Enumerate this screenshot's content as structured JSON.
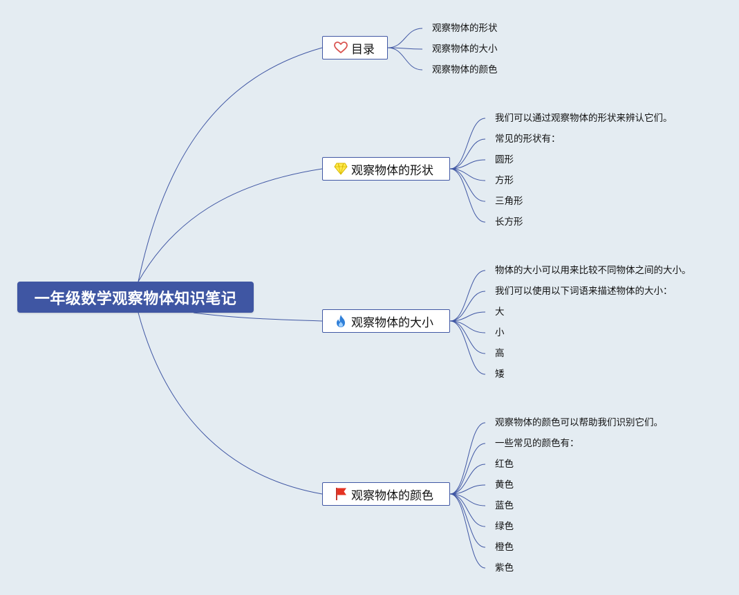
{
  "root": {
    "title": "一年级数学观察物体知识笔记"
  },
  "branches": [
    {
      "label": "目录",
      "icon": "heart-icon",
      "items": [
        "观察物体的形状",
        "观察物体的大小",
        "观察物体的颜色"
      ]
    },
    {
      "label": "观察物体的形状",
      "icon": "diamond-icon",
      "items": [
        "我们可以通过观察物体的形状来辨认它们。",
        "常见的形状有：",
        "圆形",
        "方形",
        "三角形",
        "长方形"
      ]
    },
    {
      "label": "观察物体的大小",
      "icon": "flame-icon",
      "items": [
        "物体的大小可以用来比较不同物体之间的大小。",
        "我们可以使用以下词语来描述物体的大小：",
        "大",
        "小",
        "高",
        "矮"
      ]
    },
    {
      "label": "观察物体的颜色",
      "icon": "flag-icon",
      "items": [
        "观察物体的颜色可以帮助我们识别它们。",
        "一些常见的颜色有：",
        "红色",
        "黄色",
        "蓝色",
        "绿色",
        "橙色",
        "紫色"
      ]
    }
  ],
  "colors": {
    "line": "#3f56a3",
    "root_bg": "#3f56a3",
    "background": "#e4ecf2"
  }
}
